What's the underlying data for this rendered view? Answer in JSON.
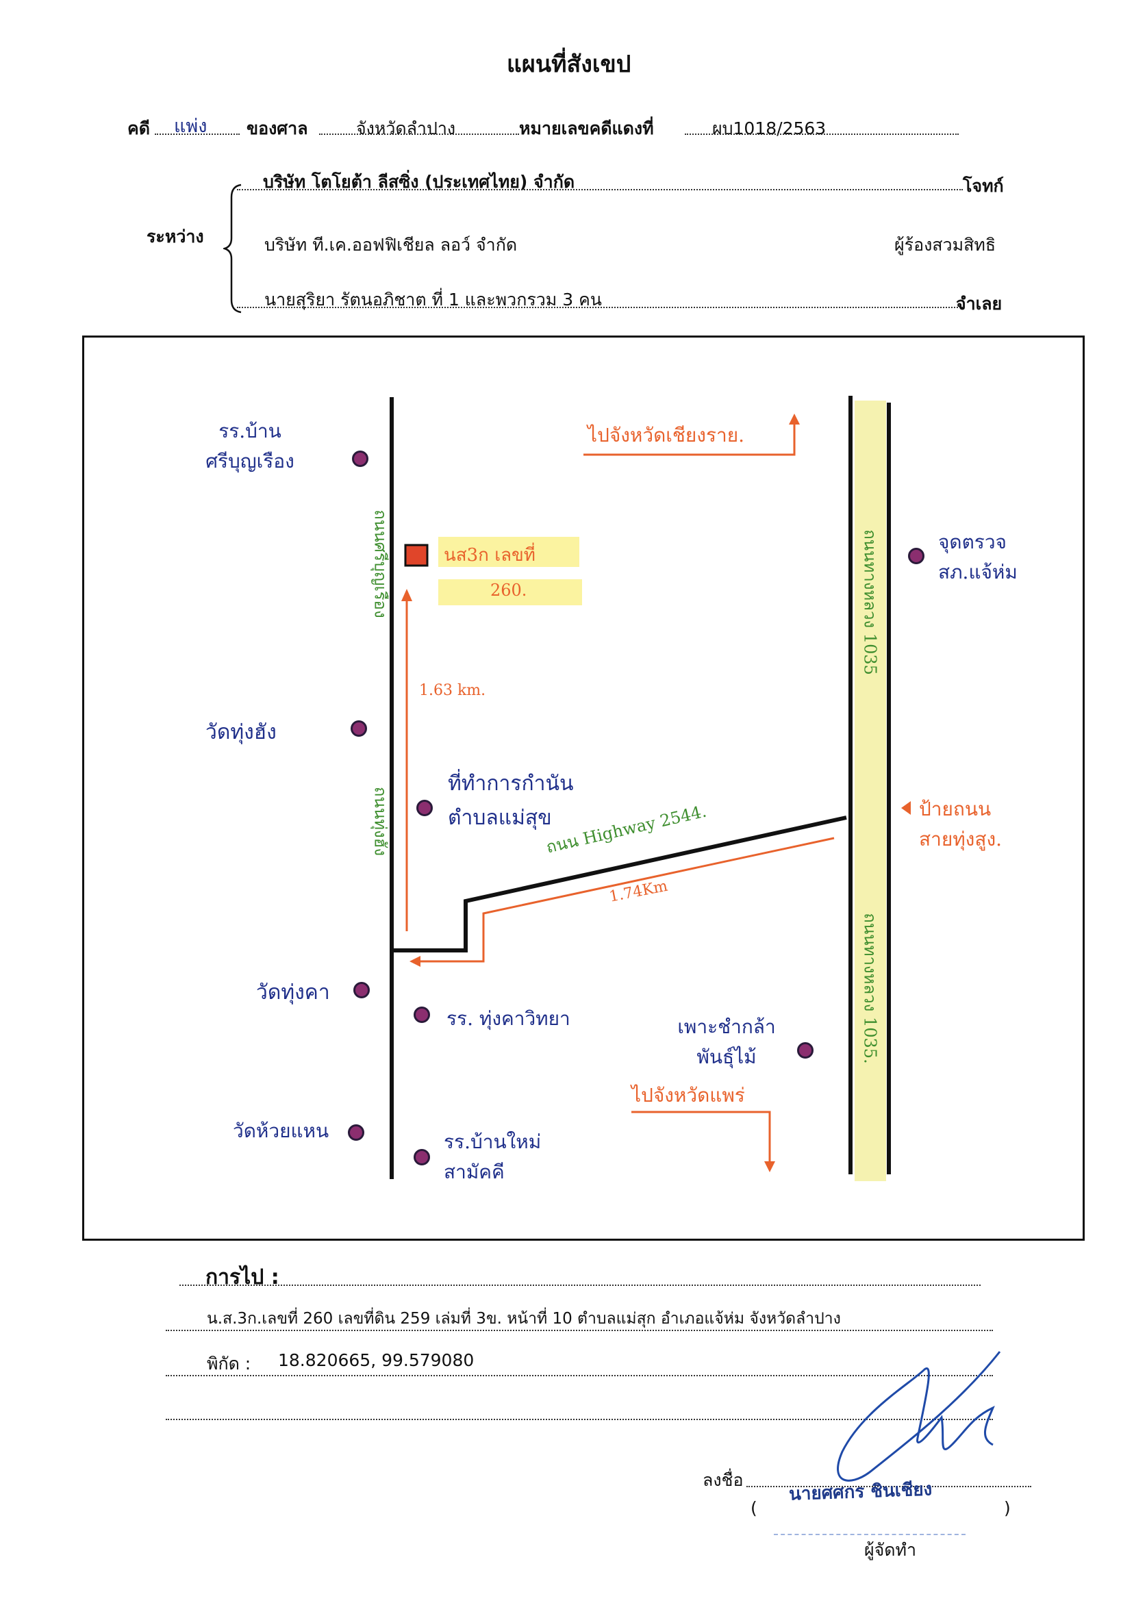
{
  "header": {
    "title": "แผนที่สังเขป",
    "case_label": "คดี",
    "case_type": "แพ่ง",
    "court_label": "ของศาล",
    "court_name": "จังหวัดลำปาง",
    "case_no_label": "หมายเลขคดีแดงที่",
    "case_no": "ผบ1018/2563"
  },
  "parties": {
    "between_label": "ระหว่าง",
    "plaintiff_name": "บริษัท โตโยต้า ลีสซิ่ง (ประเทศไทย) จำกัด",
    "plaintiff_role": "โจทก์",
    "subrogee_name": "บริษัท ที.เค.ออฟฟิเชียล ลอว์ จำกัด",
    "subrogee_role": "ผู้ร้องสวมสิทธิ",
    "defendant_name": "นายสุริยา รัตนอภิชาต ที่ 1 และพวกรวม 3 คน",
    "defendant_role": "จำเลย"
  },
  "map": {
    "landmarks": {
      "school_si_bunrueang": "รร.บ้าน ศรีบุญเรือง",
      "wat_thung_ching": "วัดทุ่งฮัง",
      "wat_thung_kha": "วัดทุ่งคา",
      "wat_huai_waen": "วัดห้วยแหน",
      "kamnan_office": "ที่ทำการกำนัน ตำบลแม่สุข",
      "school_thung_kha": "รร. ทุ่งคาวิทยา",
      "school_ban_mai": "รร.บ้านใหม่ สามัคคี",
      "checkpoint": "จุดตรวจ สภ.แจ้ห่ม",
      "nursery": "เพาะชำกล้าพันธุ์ไม้",
      "road_sign": "ป้ายถนน สายทุ่งสูง."
    },
    "parcel_label": "นส3ก เลขที่",
    "parcel_no": "260.",
    "road_left_top": "ถนนศรีบุญเรือง",
    "road_left_bottom": "ถนนทุ่งฮัง",
    "highway_1035_top": "ถนนทางหลวง 1035",
    "highway_1035_bottom": "ถนนทางหลวง 1035.",
    "highway_2544": "ถนน Highway 2544.",
    "to_chiang_rai": "ไปจังหวัดเชียงราย.",
    "to_phrae": "ไปจังหวัดแพร่",
    "dist_1": "1.63 km.",
    "dist_2": "1.74Km",
    "colors": {
      "road": "#111111",
      "route": "#e8622c",
      "highlight": "#fbf3a0",
      "pin": "#8b2e6f",
      "parcel": "#e0452a"
    }
  },
  "footer": {
    "directions_label": "การไป :",
    "directions_text": "น.ส.3ก.เลขที่ 260 เลขที่ดิน 259 เล่มที่ 3ข. หน้าที่ 10 ตำบลแม่สุก  อำเภอแจ้ห่ม จังหวัดลำปาง",
    "coords_label": "พิกัด :",
    "coords_value": "18.820665, 99.579080",
    "sign_label": "ลงชื่อ",
    "signer_name": "นายศศกร ชินเชียง",
    "paren_open": "(",
    "paren_close": ")",
    "preparer_label": "ผู้จัดทำ"
  }
}
